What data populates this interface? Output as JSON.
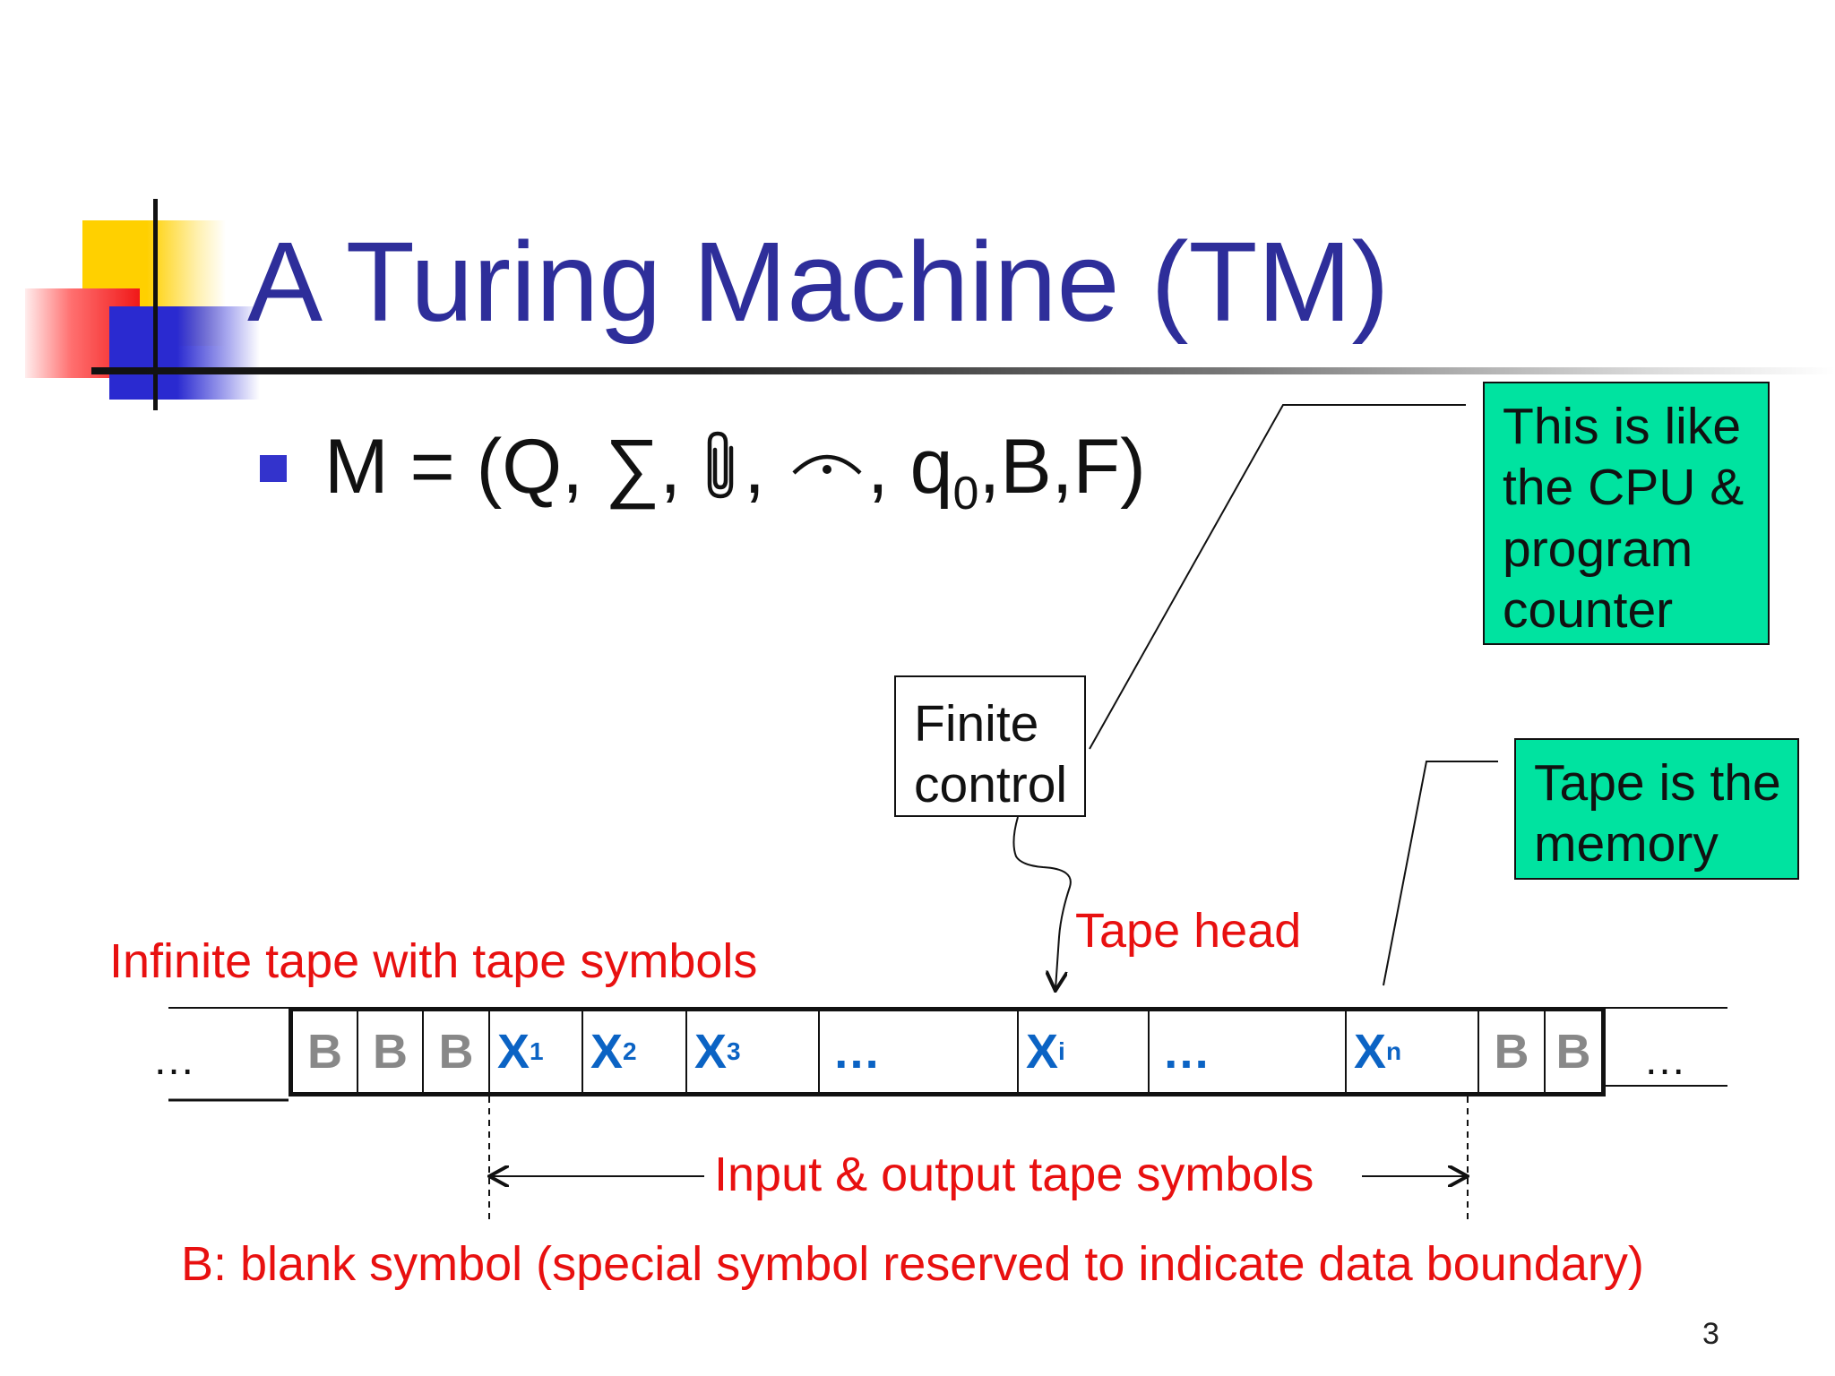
{
  "title": "A Turing Machine (TM)",
  "formula": {
    "prefix": "M = (Q, ∑, ",
    "sep1": ", ",
    "sep2": ", q",
    "q_sub": "0",
    "suffix": ",B,F)"
  },
  "boxes": {
    "finite_control": [
      "Finite",
      "control"
    ],
    "cpu_note": [
      "This is like",
      "the CPU &",
      "program",
      "counter"
    ],
    "tape_note": [
      "Tape is the",
      "memory"
    ]
  },
  "labels": {
    "infinite_tape": "Infinite tape with tape symbols",
    "tape_head": "Tape head",
    "io_symbols": "Input & output tape symbols",
    "blank_note": "B: blank symbol (special symbol reserved to indicate data boundary)"
  },
  "tape": {
    "left_ellipsis": "…",
    "right_ellipsis": "…",
    "cells": [
      {
        "type": "B",
        "text": "B"
      },
      {
        "type": "B",
        "text": "B"
      },
      {
        "type": "B",
        "text": "B"
      },
      {
        "type": "X",
        "text": "X",
        "sub": "1"
      },
      {
        "type": "X",
        "text": "X",
        "sub": "2"
      },
      {
        "type": "X",
        "text": "X",
        "sub": "3"
      },
      {
        "type": "dots",
        "text": "…"
      },
      {
        "type": "X",
        "text": "X",
        "sub": "i"
      },
      {
        "type": "dots",
        "text": "…"
      },
      {
        "type": "X",
        "text": "X",
        "sub": "n"
      },
      {
        "type": "B",
        "text": "B"
      },
      {
        "type": "B",
        "text": "B"
      }
    ]
  },
  "page_number": "3",
  "colors": {
    "title": "#2e2e9a",
    "red_label": "#e81010",
    "note_box": "#00e3a0",
    "tape_symbol": "#0b63c4",
    "blank_symbol": "#888888"
  }
}
